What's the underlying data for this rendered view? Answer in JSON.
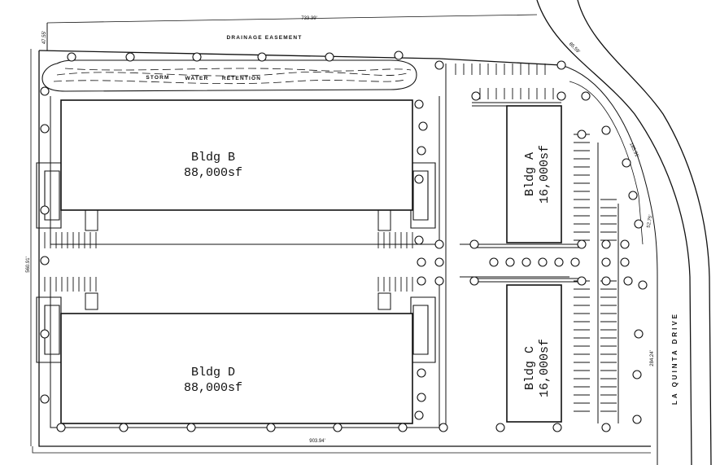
{
  "buildings": [
    {
      "id": "b",
      "name": "Bldg B",
      "area": "88,000sf"
    },
    {
      "id": "d",
      "name": "Bldg D",
      "area": "88,000sf"
    },
    {
      "id": "a",
      "name": "Bldg A",
      "area": "16,000sf"
    },
    {
      "id": "c",
      "name": "Bldg C",
      "area": "16,000sf"
    }
  ],
  "labels": {
    "drainage": "DRAINAGE EASEMENT",
    "storm": "STORM",
    "water": "WATER",
    "retention": "RETENTION",
    "road": "LA QUINTA DRIVE"
  },
  "dimensions": {
    "top": "733.39'",
    "top_left": "47.55'",
    "left": "560.91'",
    "bottom": "903.94'",
    "right_lower": "284.24'",
    "curve_1": "85.59'",
    "curve_2": "185.91'",
    "curve_3": "52.75'"
  }
}
